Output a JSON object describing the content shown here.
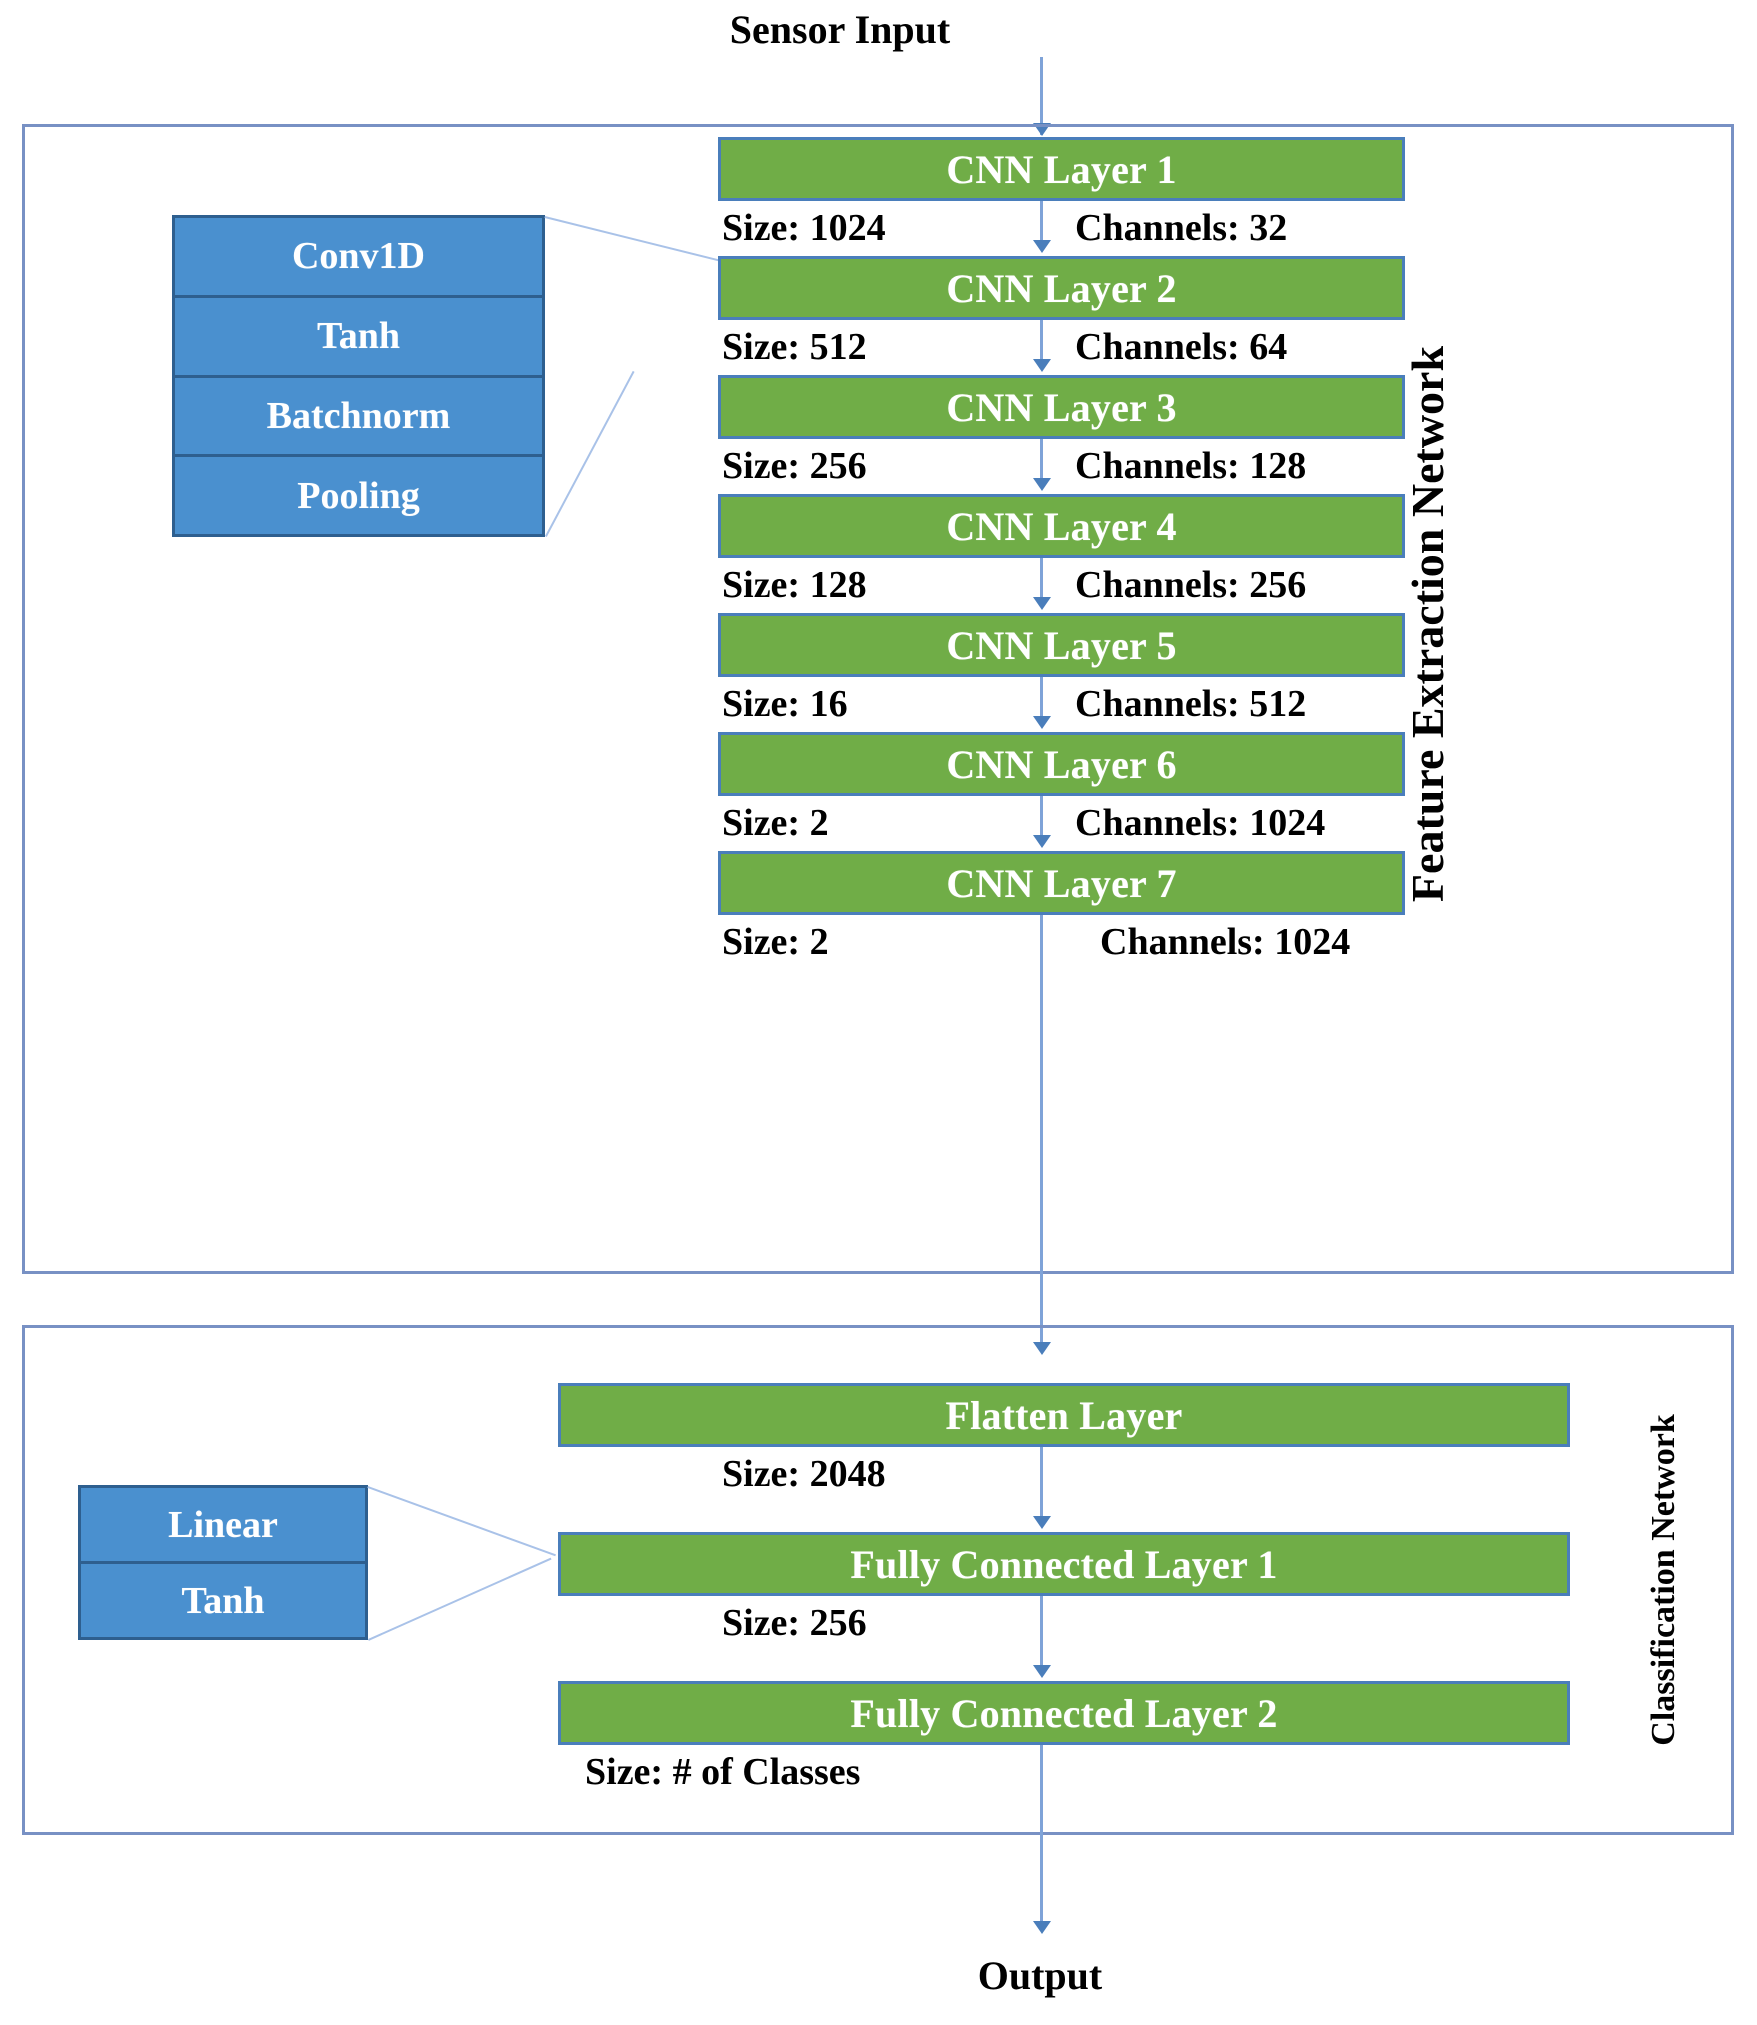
{
  "diagram": {
    "top_label": "Sensor Input",
    "bottom_label": "Output",
    "groups": {
      "feature": {
        "title": "Feature Extraction Network"
      },
      "classification": {
        "title": "Classification Network"
      }
    },
    "callouts": {
      "cnn_block": {
        "rows": [
          "Conv1D",
          "Tanh",
          "Batchnorm",
          "Pooling"
        ]
      },
      "fc_block": {
        "rows": [
          "Linear",
          "Tanh"
        ]
      }
    },
    "feature_layers": [
      {
        "label": "CNN Layer 1"
      },
      {
        "label": "CNN Layer 2"
      },
      {
        "label": "CNN Layer 3"
      },
      {
        "label": "CNN Layer 4"
      },
      {
        "label": "CNN Layer 5"
      },
      {
        "label": "CNN Layer 6"
      },
      {
        "label": "CNN Layer 7"
      }
    ],
    "feature_annotations": [
      {
        "size": "Size: 1024",
        "channels": "Channels: 32"
      },
      {
        "size": "Size: 512",
        "channels": "Channels: 64"
      },
      {
        "size": "Size: 256",
        "channels": "Channels: 128"
      },
      {
        "size": "Size: 128",
        "channels": "Channels: 256"
      },
      {
        "size": "Size: 16",
        "channels": "Channels: 512"
      },
      {
        "size": "Size: 2",
        "channels": "Channels: 1024"
      },
      {
        "size": "Size: 2",
        "channels": "Channels: 1024"
      }
    ],
    "classification_layers": [
      {
        "label": "Flatten Layer"
      },
      {
        "label": "Fully Connected Layer 1"
      },
      {
        "label": "Fully Connected Layer 2"
      }
    ],
    "classification_annotations": [
      {
        "size": "Size: 2048"
      },
      {
        "size": "Size: 256"
      },
      {
        "size": "Size: # of Classes"
      }
    ],
    "colors": {
      "layer_fill": "#70AD47",
      "layer_border": "#4A7EBB",
      "callout_fill": "#4A90CF",
      "callout_border": "#2E5F8F",
      "group_border": "#7891C4",
      "connector": "#7FA3D8"
    }
  }
}
